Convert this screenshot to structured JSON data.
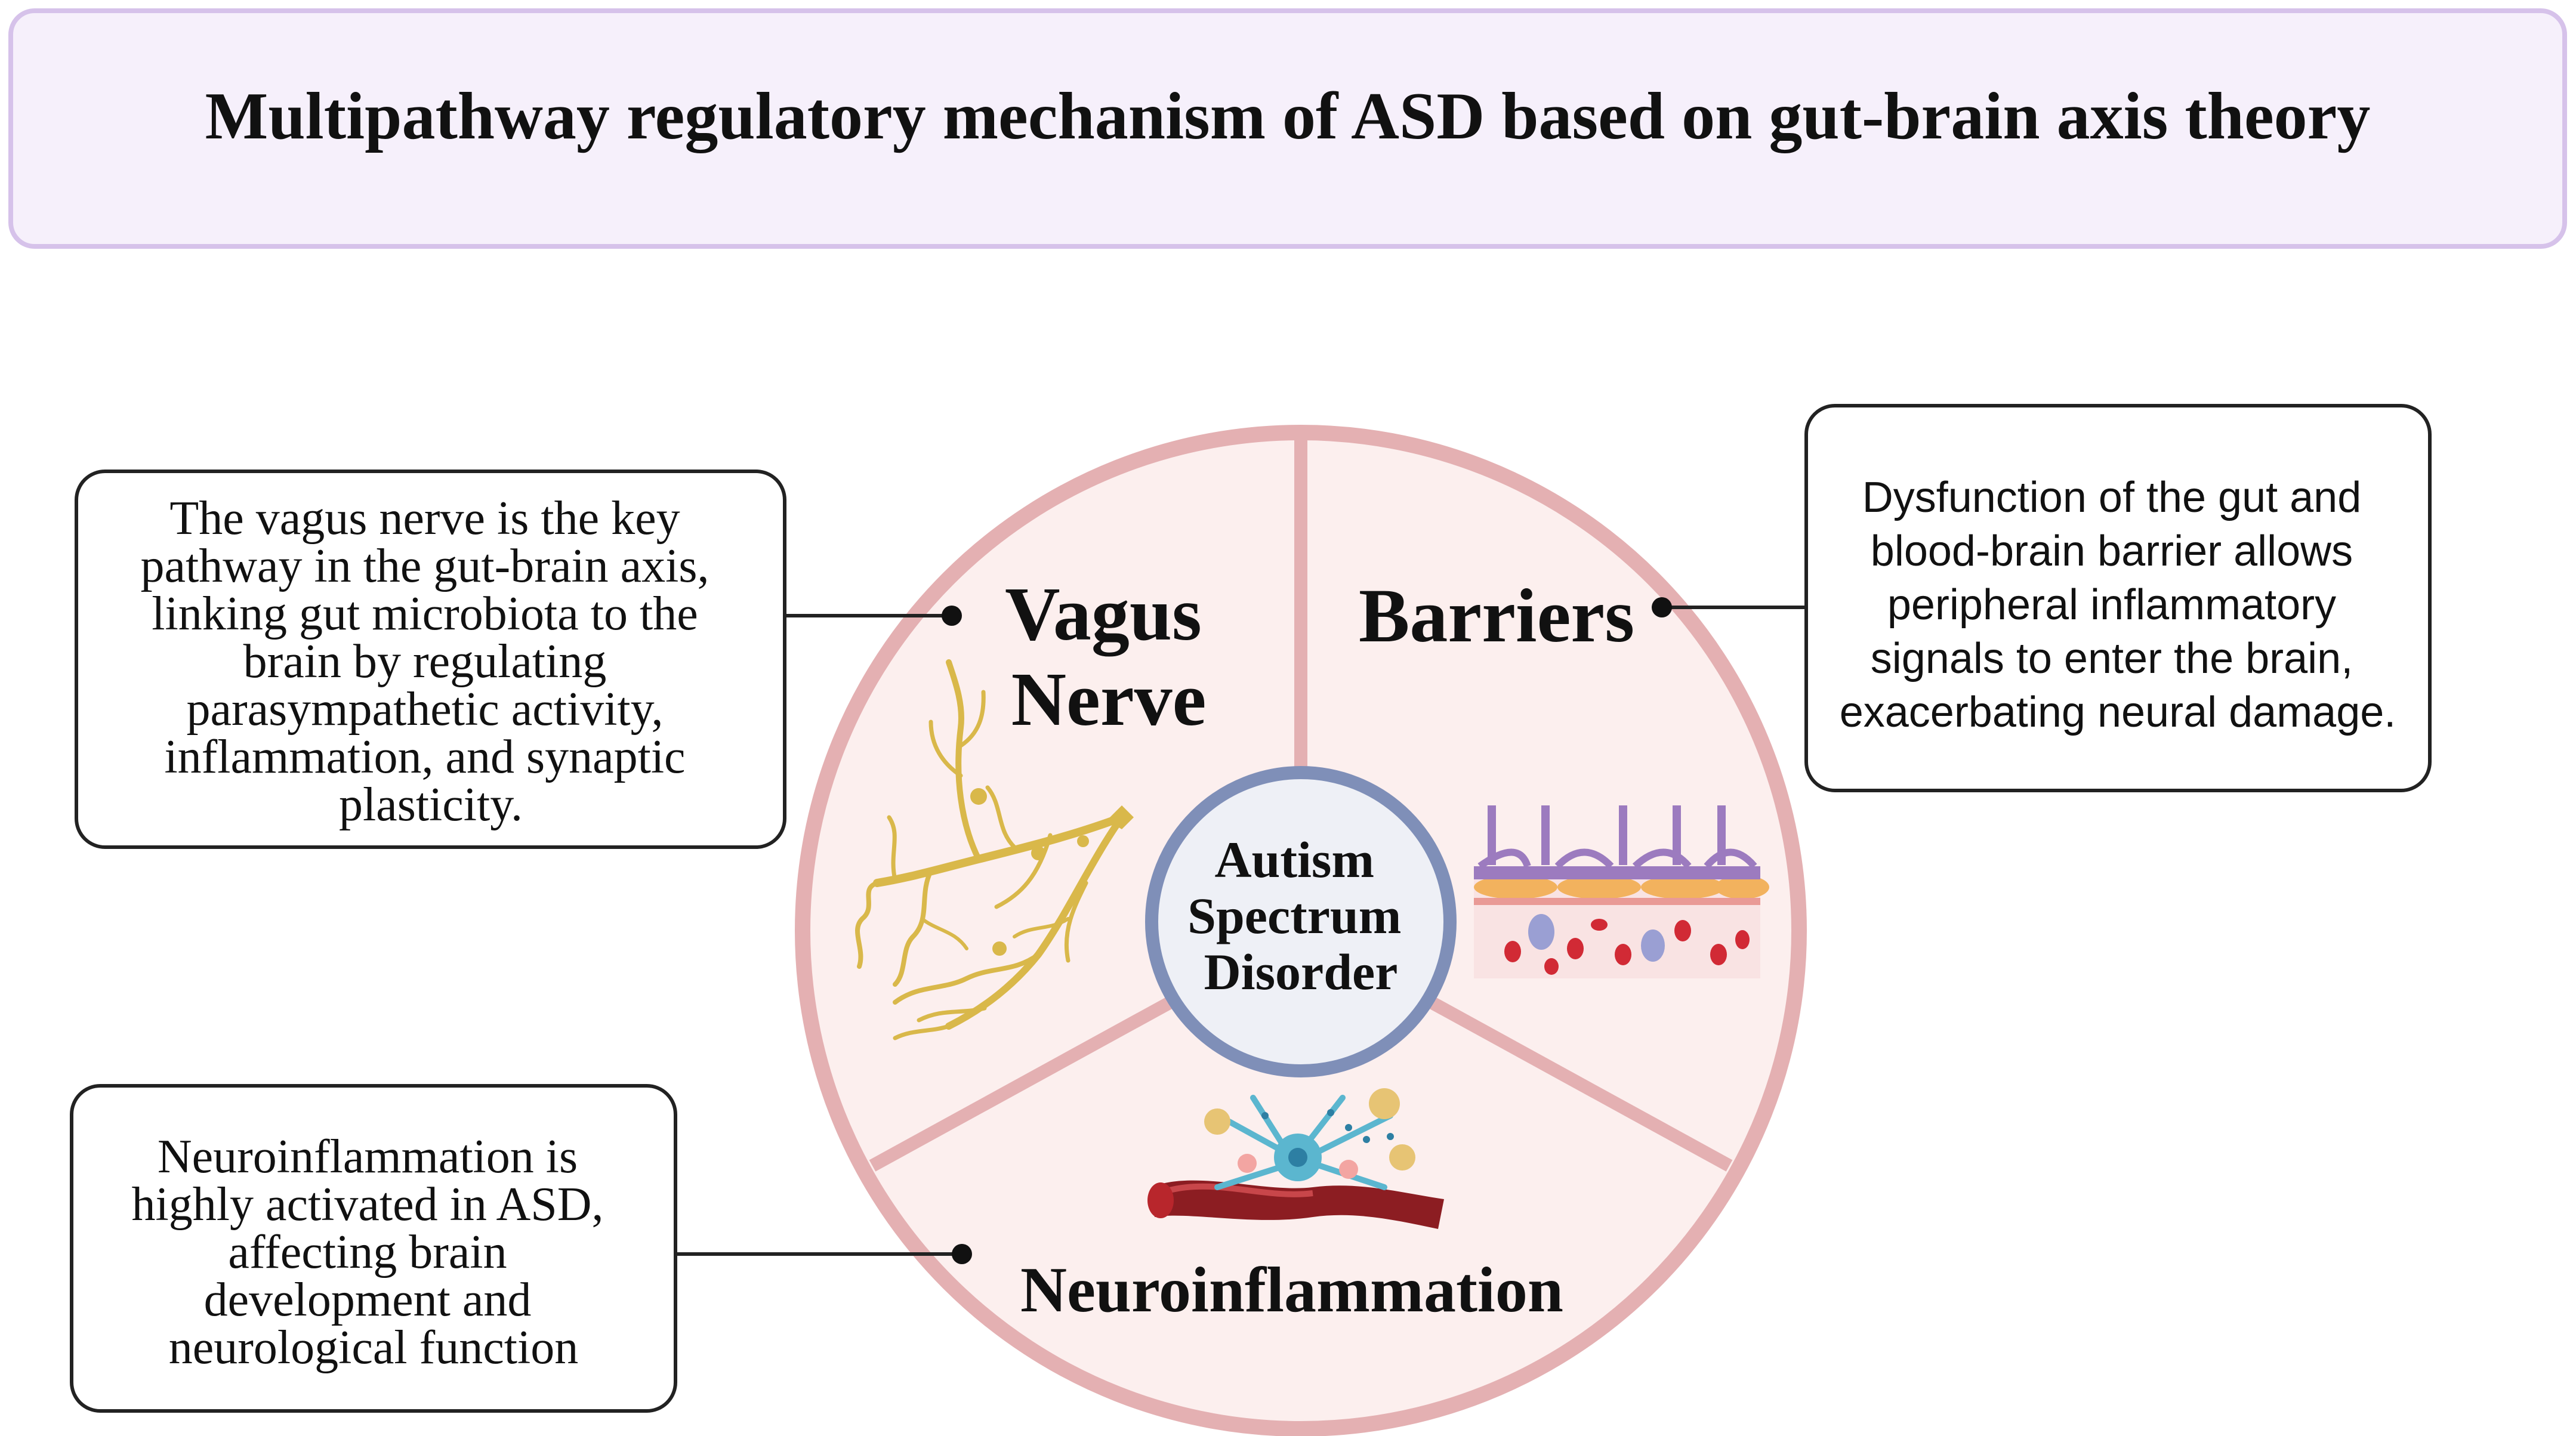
{
  "title": "Multipathway regulatory mechanism of ASD based on gut-brain axis theory",
  "center": {
    "lines": [
      "Autism",
      "Spectrum",
      "Disorder"
    ]
  },
  "segments": {
    "vagus": {
      "lines": [
        "Vagus",
        "Nerve"
      ]
    },
    "barriers": {
      "label": "Barriers"
    },
    "neuro": {
      "label": "Neuroinflammation"
    }
  },
  "callouts": {
    "vagus": {
      "lines": [
        "The vagus nerve is the key",
        "pathway in the gut-brain axis,",
        "linking gut microbiota to the",
        "brain by regulating",
        "parasympathetic activity,",
        "inflammation, and synaptic",
        "plasticity."
      ]
    },
    "barriers": {
      "lines": [
        "Dysfunction of the gut and",
        "blood-brain barrier allows",
        "peripheral inflammatory",
        "signals to enter the brain,",
        "exacerbating neural damage."
      ]
    },
    "neuro": {
      "lines": [
        "Neuroinflammation is",
        "highly activated in ASD,",
        "affecting brain",
        "development and",
        "neurological function"
      ]
    }
  },
  "colors": {
    "title_bg": "#f6f0fb",
    "title_border": "#d6c2ea",
    "wheel_fill": "#fcefee",
    "wheel_border": "#e4b0b2",
    "center_border": "#7f8fb8",
    "nerve": "#d9b84a",
    "text": "#111111"
  }
}
